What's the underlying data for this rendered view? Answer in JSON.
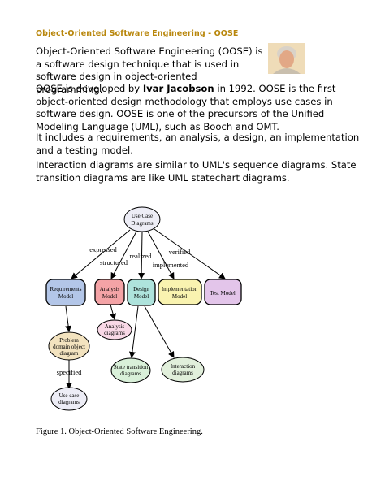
{
  "header": "Object-Oriented Software Engineering - OOSE",
  "paragraphs": {
    "p1": "Object-Oriented Software Engineering (OOSE) is a software design technique that is used in software design in object-oriented programming.",
    "p2_before": "OOSE is developed by ",
    "p2_bold": "Ivar Jacobson",
    "p2_after": " in 1992. OOSE is the first object-oriented design methodology that employs use cases in software design. OOSE is one of the precursors of the Unified Modeling Language (UML), such as Booch and OMT.",
    "p3": "It includes a requirements, an analysis, a design, an implementation and a testing model.",
    "p4": "Interaction diagrams are similar to UML's sequence diagrams. State transition diagrams are like UML statechart diagrams."
  },
  "diagram": {
    "nodes": {
      "use_case_top": [
        "Use Case",
        "Diagrams"
      ],
      "requirements": [
        "Requirements",
        "Model"
      ],
      "analysis": [
        "Analysis",
        "Model"
      ],
      "design": [
        "Design",
        "Model"
      ],
      "implementation": [
        "Implementation",
        "Model"
      ],
      "test": [
        "Test Model"
      ],
      "analysis_diagrams": [
        "Analysis",
        "diagrams"
      ],
      "problem_domain": [
        "Problem",
        "domain object",
        "diagram"
      ],
      "state_transition": [
        "State transition",
        "diagrams"
      ],
      "interaction": [
        "Interaction",
        "diagrams"
      ],
      "use_case_bottom": [
        "Use case",
        "diagrams"
      ]
    },
    "edge_labels": {
      "expressed": "expressed",
      "structured": "structured",
      "realized": "realized",
      "implemented": "implemented",
      "verified": "verified",
      "specified": "specified"
    },
    "colors": {
      "requirements": "#b3c6e8",
      "analysis": "#f4a3a6",
      "design": "#aee3dc",
      "implementation": "#f9f3b0",
      "test": "#e3c5ea",
      "analysis_diagrams": "#f8d8e6",
      "problem_domain": "#f3e3bf",
      "state_transition": "#d9f0d9",
      "interaction": "#e1efdb",
      "use_case": "#ededf6"
    }
  },
  "caption": "Figure 1. Object-Oriented Software Engineering."
}
